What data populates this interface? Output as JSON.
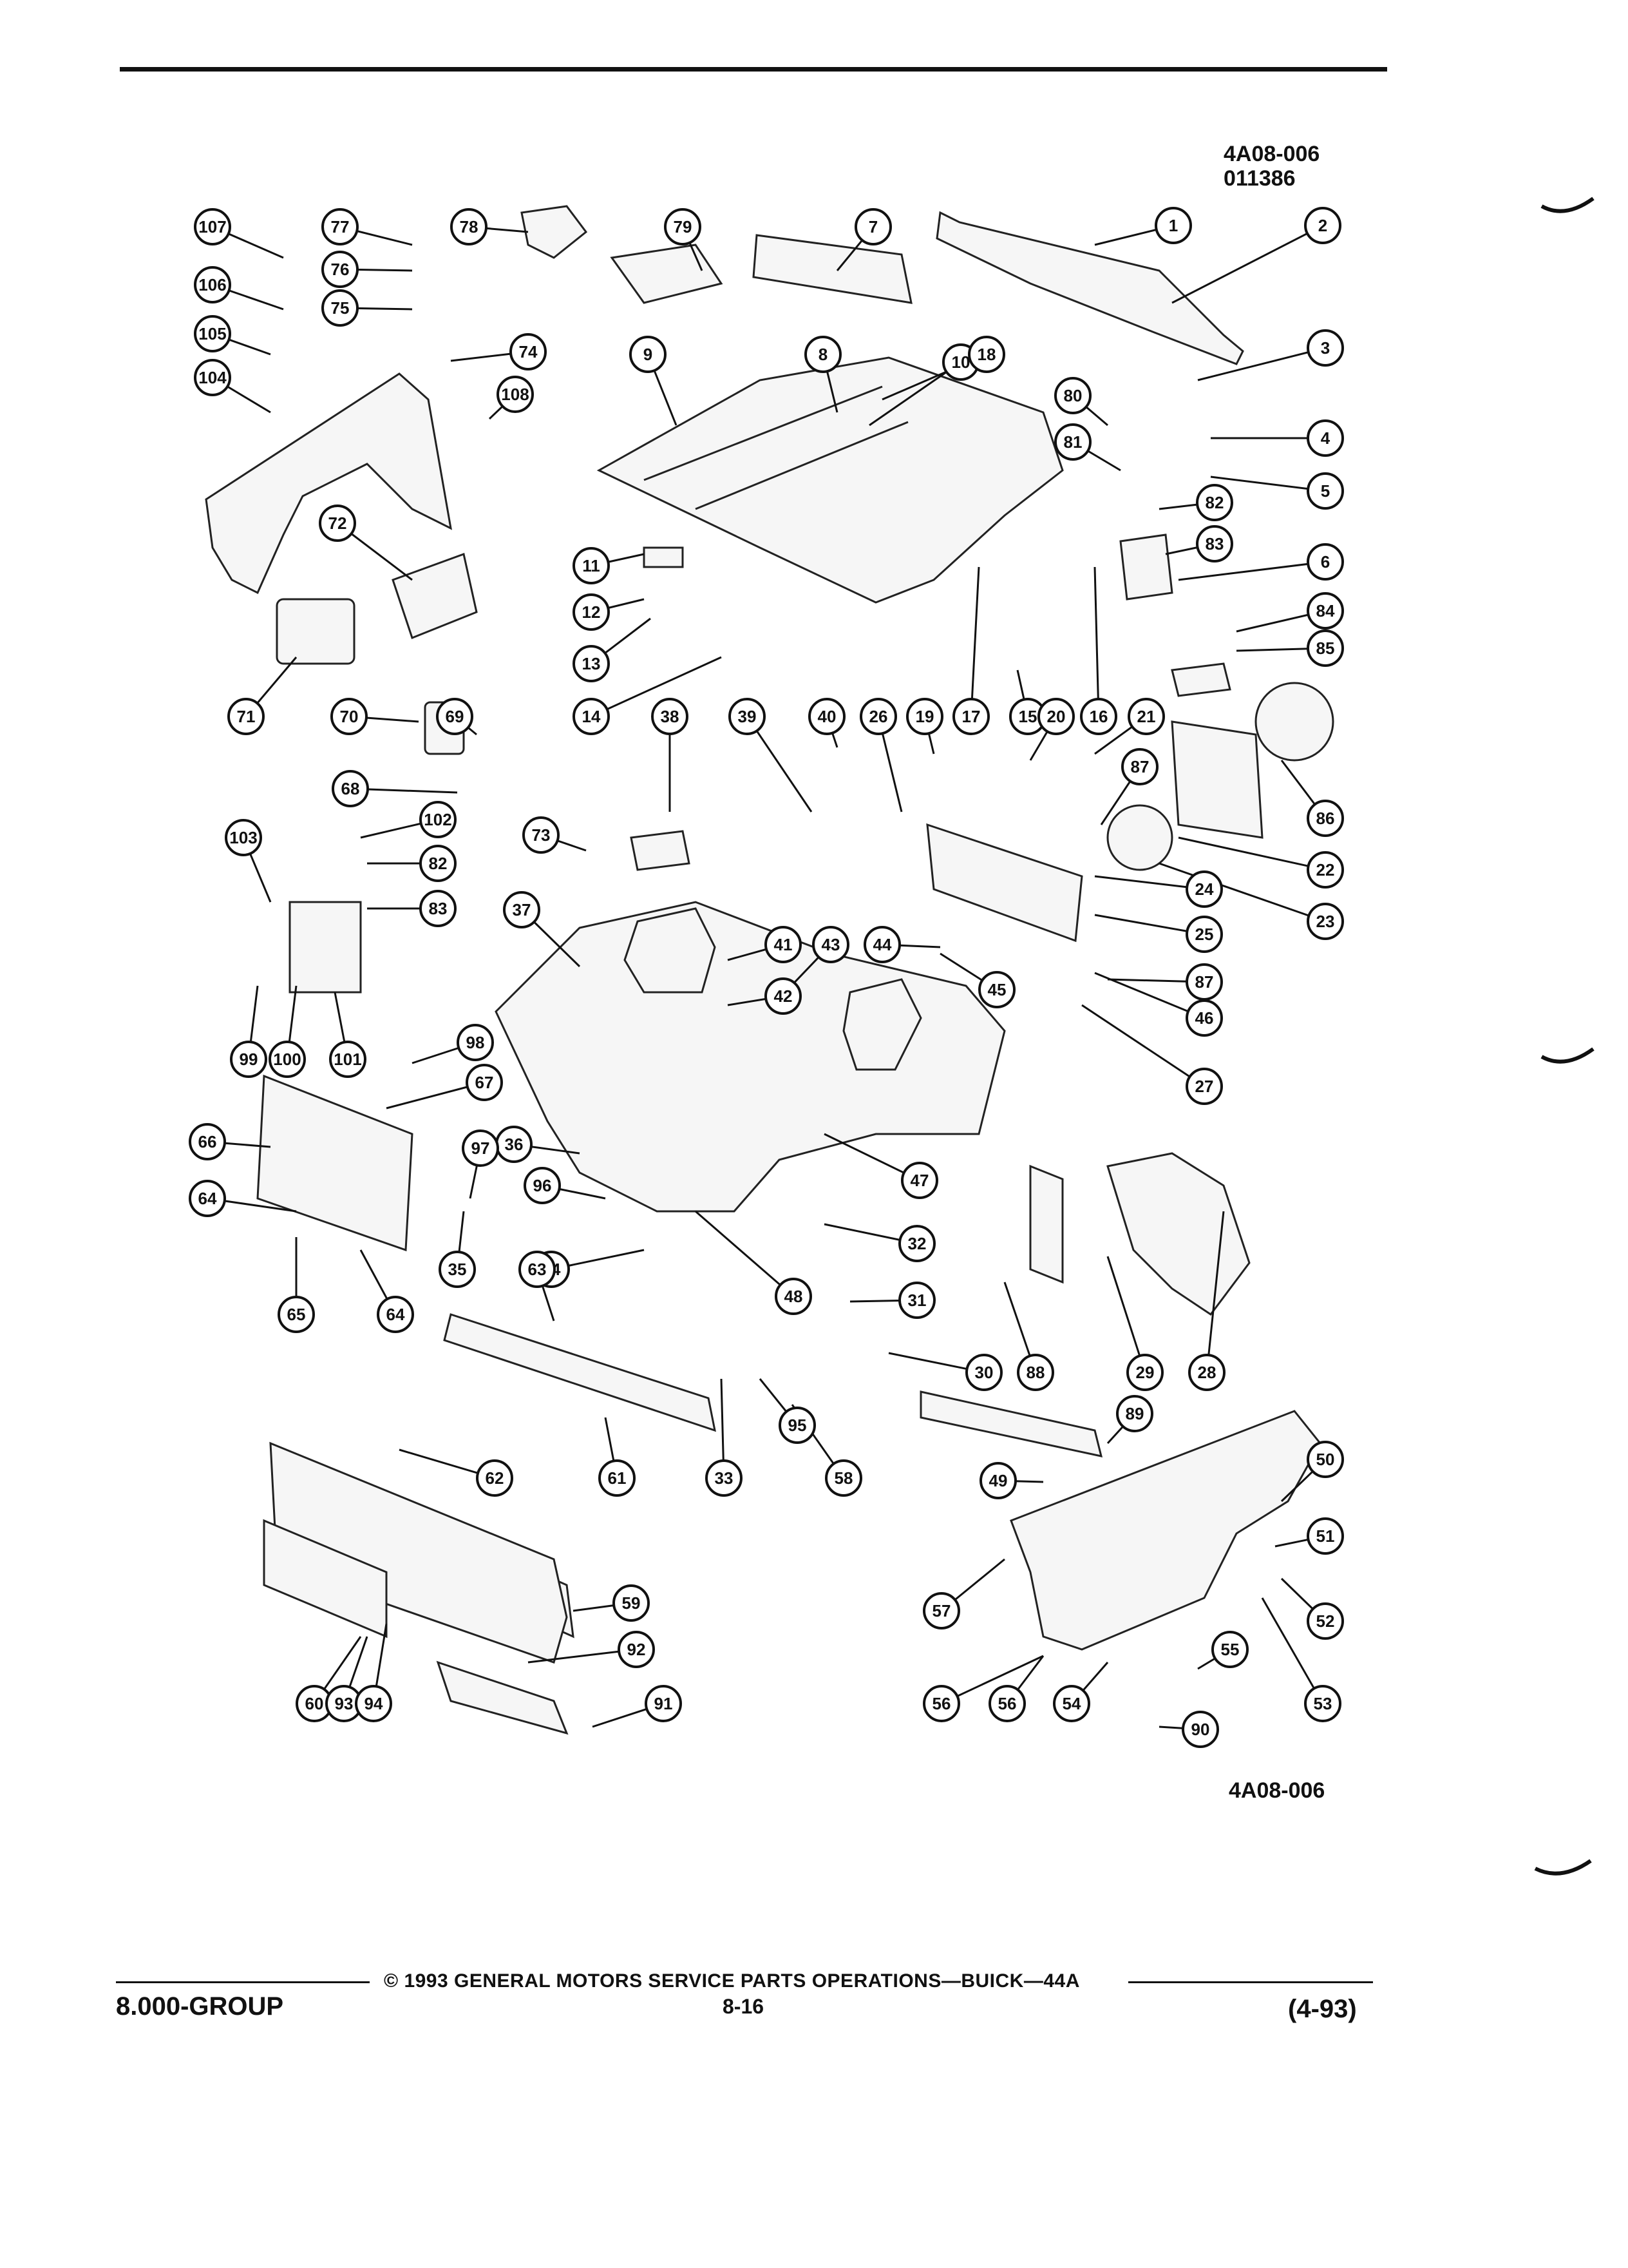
{
  "header": {
    "illustration_code": "4A08-006",
    "illustration_date": "011386",
    "illustration_code_bottom": "4A08-006"
  },
  "footer": {
    "copyright": "© 1993 GENERAL MOTORS SERVICE PARTS OPERATIONS—BUICK—44A",
    "group": "8.000-GROUP",
    "page": "8-16",
    "date": "(4-93)"
  },
  "callouts": [
    "1",
    "2",
    "3",
    "4",
    "5",
    "6",
    "7",
    "8",
    "9",
    "10",
    "11",
    "12",
    "13",
    "14",
    "15",
    "16",
    "17",
    "18",
    "19",
    "20",
    "21",
    "22",
    "23",
    "24",
    "25",
    "26",
    "27",
    "28",
    "29",
    "30",
    "31",
    "32",
    "33",
    "34",
    "35",
    "36",
    "37",
    "38",
    "39",
    "40",
    "41",
    "42",
    "43",
    "44",
    "45",
    "46",
    "47",
    "48",
    "49",
    "50",
    "51",
    "52",
    "53",
    "54",
    "55",
    "56",
    "56",
    "57",
    "58",
    "59",
    "60",
    "61",
    "62",
    "63",
    "64",
    "64",
    "65",
    "66",
    "67",
    "68",
    "69",
    "70",
    "71",
    "72",
    "73",
    "74",
    "75",
    "76",
    "77",
    "78",
    "79",
    "80",
    "81",
    "82",
    "82",
    "83",
    "83",
    "84",
    "85",
    "86",
    "87",
    "87",
    "88",
    "89",
    "90",
    "91",
    "92",
    "93",
    "94",
    "95",
    "96",
    "97",
    "98",
    "99",
    "100",
    "101",
    "102",
    "103",
    "104",
    "105",
    "106",
    "107",
    "108"
  ]
}
